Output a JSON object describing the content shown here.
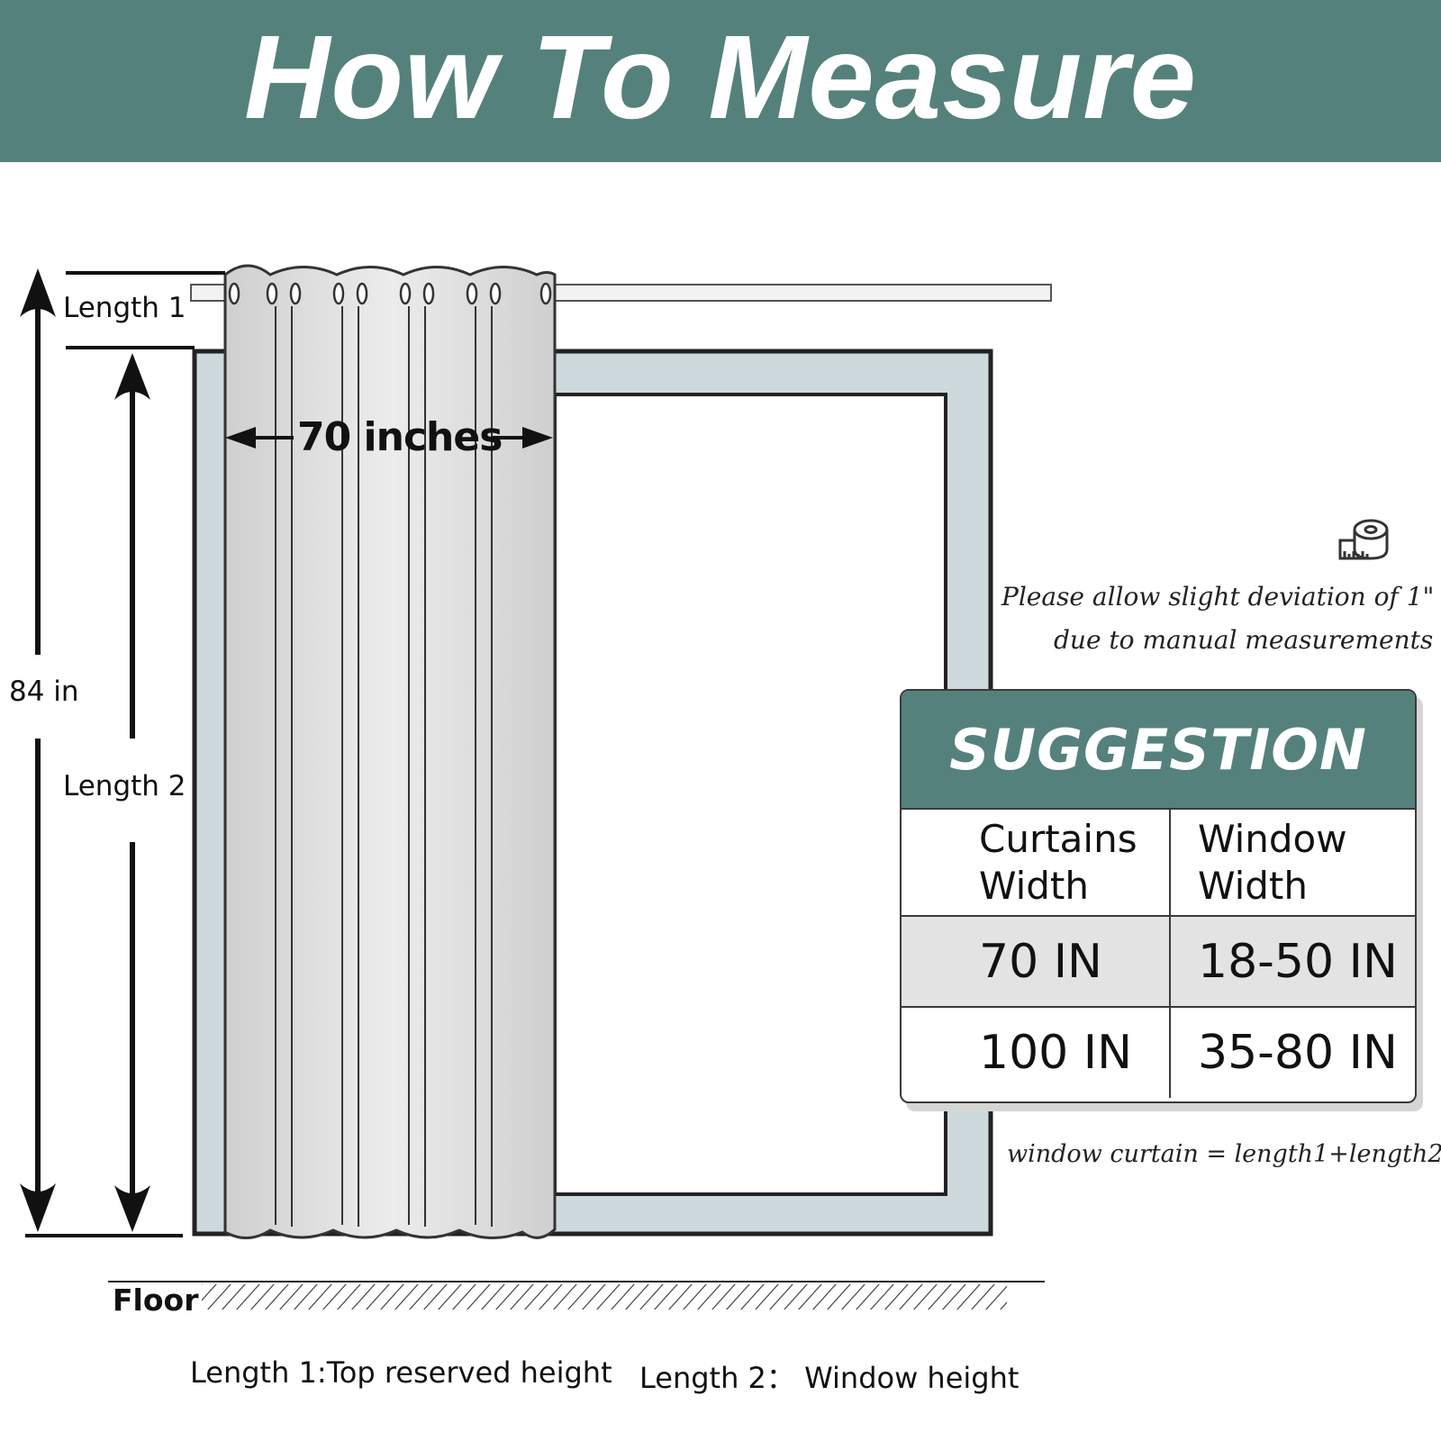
{
  "header": {
    "title": "How To Measure"
  },
  "labels": {
    "length1": "Length 1",
    "length2": "Length 2",
    "total_height": "84 in",
    "curtain_width": "70 inches",
    "floor": "Floor"
  },
  "notes": {
    "deviation_line1": "Please allow slight deviation of 1\"",
    "deviation_line2": "due to manual measurements",
    "formula": "window curtain = length1+length2"
  },
  "suggestion": {
    "title": "SUGGESTION",
    "headers": [
      "Curtains Width",
      "Window Width"
    ],
    "rows": [
      [
        "70 IN",
        "18-50 IN"
      ],
      [
        "100 IN",
        "35-80 IN"
      ]
    ]
  },
  "legend": {
    "length1": "Length 1:Top reserved height",
    "length2": "Length 2：  Window height"
  },
  "colors": {
    "brand": "#55817c",
    "window_frame": "#cdd9dd",
    "curtain": "#d9d9d9",
    "table_alt_row": "#e3e3e3"
  },
  "icons": {
    "tape_measure": "tape-measure-icon"
  }
}
